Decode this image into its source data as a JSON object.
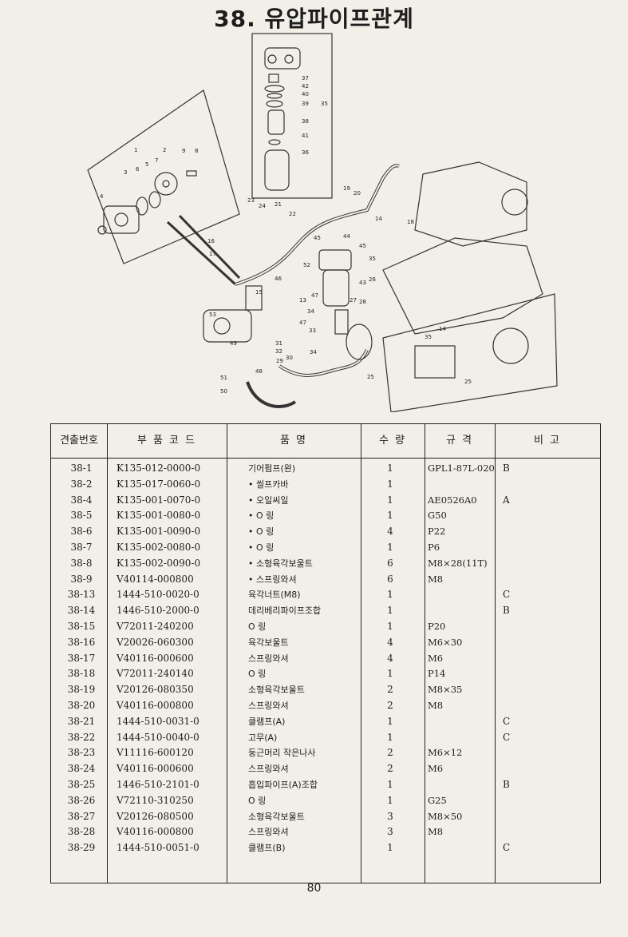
{
  "title": "38. 유압파이프관계",
  "diagram_labels": [
    "37",
    "42",
    "40",
    "39",
    "35",
    "38",
    "41",
    "36",
    "1",
    "2",
    "3",
    "4",
    "5",
    "6",
    "7",
    "9",
    "8",
    "19",
    "20",
    "14",
    "18",
    "23",
    "24",
    "21",
    "22",
    "16",
    "17",
    "45",
    "44",
    "45",
    "35",
    "52",
    "46",
    "43",
    "26",
    "15",
    "13",
    "47",
    "34",
    "27",
    "28",
    "53",
    "47",
    "33",
    "31",
    "32",
    "29",
    "30",
    "34",
    "25",
    "48",
    "49",
    "51",
    "50",
    "35",
    "14",
    "25"
  ],
  "table": {
    "headers": [
      "견출번호",
      "부 품 코 드",
      "품 명",
      "수 량",
      "규 격",
      "비 고"
    ],
    "rows": [
      {
        "no": "38-1",
        "code": "K135-012-0000-0",
        "name": "기어펌프(완)",
        "qty": "1",
        "spec": "GPL1-87L-020",
        "note": "B"
      },
      {
        "no": "38-2",
        "code": "K135-017-0060-0",
        "name": "• 씰프카바",
        "qty": "1",
        "spec": "",
        "note": ""
      },
      {
        "no": "38-4",
        "code": "K135-001-0070-0",
        "name": "• 오일씨일",
        "qty": "1",
        "spec": "AE0526A0",
        "note": "A"
      },
      {
        "no": "38-5",
        "code": "K135-001-0080-0",
        "name": "• O 링",
        "qty": "1",
        "spec": "G50",
        "note": ""
      },
      {
        "no": "38-6",
        "code": "K135-001-0090-0",
        "name": "• O 링",
        "qty": "4",
        "spec": "P22",
        "note": ""
      },
      {
        "no": "38-7",
        "code": "K135-002-0080-0",
        "name": "• O 링",
        "qty": "1",
        "spec": "P6",
        "note": ""
      },
      {
        "no": "38-8",
        "code": "K135-002-0090-0",
        "name": "• 소형육각보울트",
        "qty": "6",
        "spec": "M8×28(11T)",
        "note": ""
      },
      {
        "no": "38-9",
        "code": "V40114-000800",
        "name": "• 스프링와셔",
        "qty": "6",
        "spec": "M8",
        "note": ""
      },
      {
        "no": "38-13",
        "code": "1444-510-0020-0",
        "name": "육각너트(M8)",
        "qty": "1",
        "spec": "",
        "note": "C"
      },
      {
        "no": "38-14",
        "code": "1446-510-2000-0",
        "name": "데리베리파이프조합",
        "qty": "1",
        "spec": "",
        "note": "B"
      },
      {
        "no": "38-15",
        "code": "V72011-240200",
        "name": "O 링",
        "qty": "1",
        "spec": "P20",
        "note": ""
      },
      {
        "no": "38-16",
        "code": "V20026-060300",
        "name": "육각보울트",
        "qty": "4",
        "spec": "M6×30",
        "note": ""
      },
      {
        "no": "38-17",
        "code": "V40116-000600",
        "name": "스프링와셔",
        "qty": "4",
        "spec": "M6",
        "note": ""
      },
      {
        "no": "38-18",
        "code": "V72011-240140",
        "name": "O 링",
        "qty": "1",
        "spec": "P14",
        "note": ""
      },
      {
        "no": "38-19",
        "code": "V20126-080350",
        "name": "소형육각보울트",
        "qty": "2",
        "spec": "M8×35",
        "note": ""
      },
      {
        "no": "38-20",
        "code": "V40116-000800",
        "name": "스프링와셔",
        "qty": "2",
        "spec": "M8",
        "note": ""
      },
      {
        "no": "38-21",
        "code": "1444-510-0031-0",
        "name": "클램프(A)",
        "qty": "1",
        "spec": "",
        "note": "C"
      },
      {
        "no": "38-22",
        "code": "1444-510-0040-0",
        "name": "고무(A)",
        "qty": "1",
        "spec": "",
        "note": "C"
      },
      {
        "no": "38-23",
        "code": "V11116-600120",
        "name": "둥근머리 작은나사",
        "qty": "2",
        "spec": "M6×12",
        "note": ""
      },
      {
        "no": "38-24",
        "code": "V40116-000600",
        "name": "스프링와셔",
        "qty": "2",
        "spec": "M6",
        "note": ""
      },
      {
        "no": "38-25",
        "code": "1446-510-2101-0",
        "name": "흡입파이프(A)조합",
        "qty": "1",
        "spec": "",
        "note": "B"
      },
      {
        "no": "38-26",
        "code": "V72110-310250",
        "name": "O 링",
        "qty": "1",
        "spec": "G25",
        "note": ""
      },
      {
        "no": "38-27",
        "code": "V20126-080500",
        "name": "소형육각보울트",
        "qty": "3",
        "spec": "M8×50",
        "note": ""
      },
      {
        "no": "38-28",
        "code": "V40116-000800",
        "name": "스프링와셔",
        "qty": "3",
        "spec": "M8",
        "note": ""
      },
      {
        "no": "38-29",
        "code": "1444-510-0051-0",
        "name": "클램프(B)",
        "qty": "1",
        "spec": "",
        "note": "C"
      }
    ]
  },
  "page_number": "80"
}
